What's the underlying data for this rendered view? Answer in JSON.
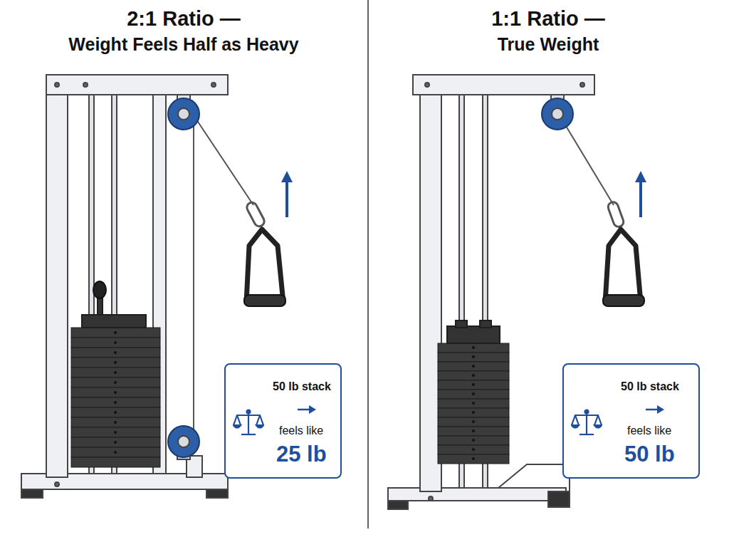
{
  "diagram": {
    "nodes": [
      {
        "text": [
          "50 lb stack",
          "feels like",
          "25 lb"
        ]
      },
      {
        "text": [
          "50 lb stack",
          "feels like",
          "50 lb"
        ]
      }
    ],
    "labels": [
      "2:1 Ratio —",
      "Weight Feels Half as Heavy",
      "1:1 Ratio —",
      "True Weight"
    ]
  }
}
